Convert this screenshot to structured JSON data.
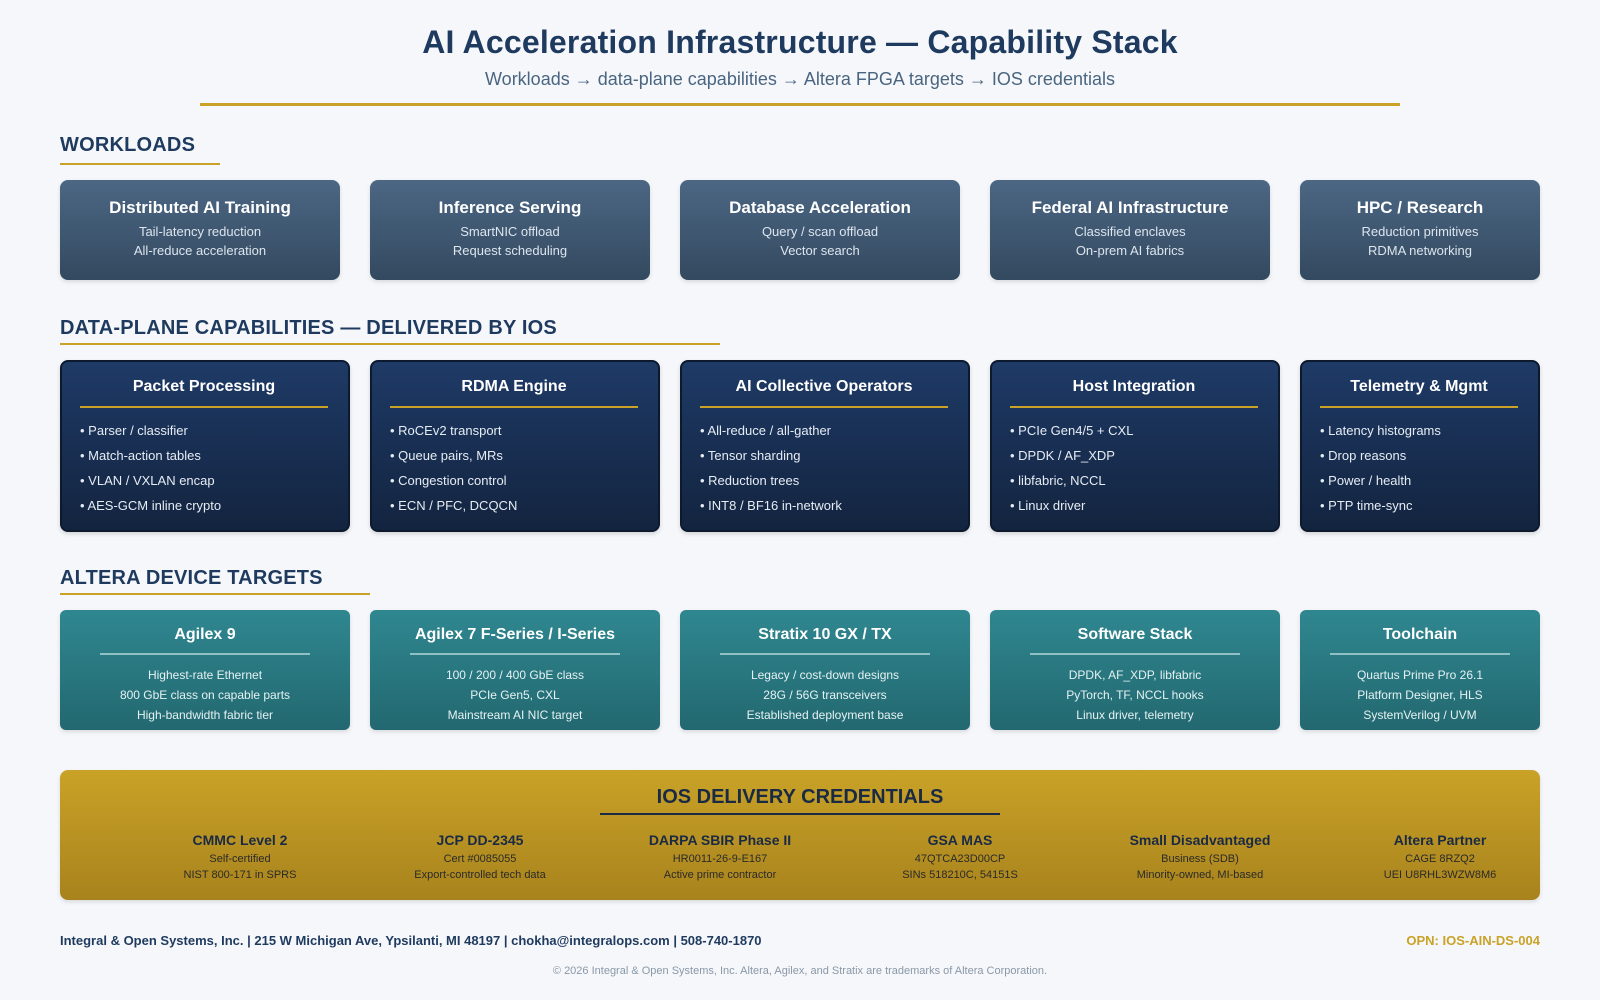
{
  "header": {
    "title": "AI Acceleration Infrastructure — Capability Stack",
    "subtitle": "Workloads → data-plane capabilities → Altera FPGA targets → IOS credentials"
  },
  "sections": {
    "workloads": "WORKLOADS",
    "capabilities": "DATA-PLANE CAPABILITIES — DELIVERED BY IOS",
    "devices": "ALTERA DEVICE TARGETS"
  },
  "workloads": [
    {
      "title": "Distributed AI Training",
      "lines": [
        "Tail-latency reduction",
        "All-reduce acceleration"
      ]
    },
    {
      "title": "Inference Serving",
      "lines": [
        "SmartNIC offload",
        "Request scheduling"
      ]
    },
    {
      "title": "Database Acceleration",
      "lines": [
        "Query / scan offload",
        "Vector search"
      ]
    },
    {
      "title": "Federal AI Infrastructure",
      "lines": [
        "Classified enclaves",
        "On-prem AI fabrics"
      ]
    },
    {
      "title": "HPC / Research",
      "lines": [
        "Reduction primitives",
        "RDMA networking"
      ]
    }
  ],
  "capabilities": [
    {
      "title": "Packet Processing",
      "items": [
        "• Parser / classifier",
        "• Match-action tables",
        "• VLAN / VXLAN encap",
        "• AES-GCM inline crypto"
      ]
    },
    {
      "title": "RDMA Engine",
      "items": [
        "• RoCEv2 transport",
        "• Queue pairs, MRs",
        "• Congestion control",
        "• ECN / PFC, DCQCN"
      ]
    },
    {
      "title": "AI Collective Operators",
      "items": [
        "• All-reduce / all-gather",
        "• Tensor sharding",
        "• Reduction trees",
        "• INT8 / BF16 in-network"
      ]
    },
    {
      "title": "Host Integration",
      "items": [
        "• PCIe Gen4/5 + CXL",
        "• DPDK / AF_XDP",
        "• libfabric, NCCL",
        "• Linux driver"
      ]
    },
    {
      "title": "Telemetry & Mgmt",
      "items": [
        "• Latency histograms",
        "• Drop reasons",
        "• Power / health",
        "• PTP time-sync"
      ]
    }
  ],
  "devices": [
    {
      "title": "Agilex 9",
      "lines": [
        "Highest-rate Ethernet",
        "800 GbE class on capable parts",
        "High-bandwidth fabric tier"
      ]
    },
    {
      "title": "Agilex 7 F-Series / I-Series",
      "lines": [
        "100 / 200 / 400 GbE class",
        "PCIe Gen5, CXL",
        "Mainstream AI NIC target"
      ]
    },
    {
      "title": "Stratix 10 GX / TX",
      "lines": [
        "Legacy / cost-down designs",
        "28G / 56G transceivers",
        "Established deployment base"
      ]
    },
    {
      "title": "Software Stack",
      "lines": [
        "DPDK, AF_XDP, libfabric",
        "PyTorch, TF, NCCL hooks",
        "Linux driver, telemetry"
      ]
    },
    {
      "title": "Toolchain",
      "lines": [
        "Quartus Prime Pro 26.1",
        "Platform Designer, HLS",
        "SystemVerilog / UVM"
      ]
    }
  ],
  "credentials": {
    "title": "IOS DELIVERY CREDENTIALS",
    "items": [
      {
        "name": "CMMC Level 2",
        "lines": [
          "Self-certified",
          "NIST 800-171 in SPRS"
        ]
      },
      {
        "name": "JCP DD-2345",
        "lines": [
          "Cert #0085055",
          "Export-controlled tech data"
        ]
      },
      {
        "name": "DARPA SBIR Phase II",
        "lines": [
          "HR0011-26-9-E167",
          "Active prime contractor"
        ]
      },
      {
        "name": "GSA MAS",
        "lines": [
          "47QTCA23D00CP",
          "SINs 518210C, 54151S"
        ]
      },
      {
        "name": "Small Disadvantaged",
        "lines": [
          "Business (SDB)",
          "Minority-owned, MI-based"
        ]
      },
      {
        "name": "Altera Partner",
        "lines": [
          "CAGE 8RZQ2",
          "UEI U8RHL3WZW8M6"
        ]
      }
    ]
  },
  "footer": {
    "contact": "Integral & Open Systems, Inc. | 215 W Michigan Ave, Ypsilanti, MI 48197 | chokha@integralops.com | 508-740-1870",
    "opn": "OPN: IOS-AIN-DS-004",
    "copyright": "© 2026 Integral & Open Systems, Inc. Altera, Agilex, and Stratix are trademarks of Altera Corporation."
  },
  "colors": {
    "navy": "#1f3a5f",
    "gold": "#c9a227",
    "slate": "#3f5873",
    "deep_navy": "#1a3158",
    "teal": "#2a7880"
  }
}
